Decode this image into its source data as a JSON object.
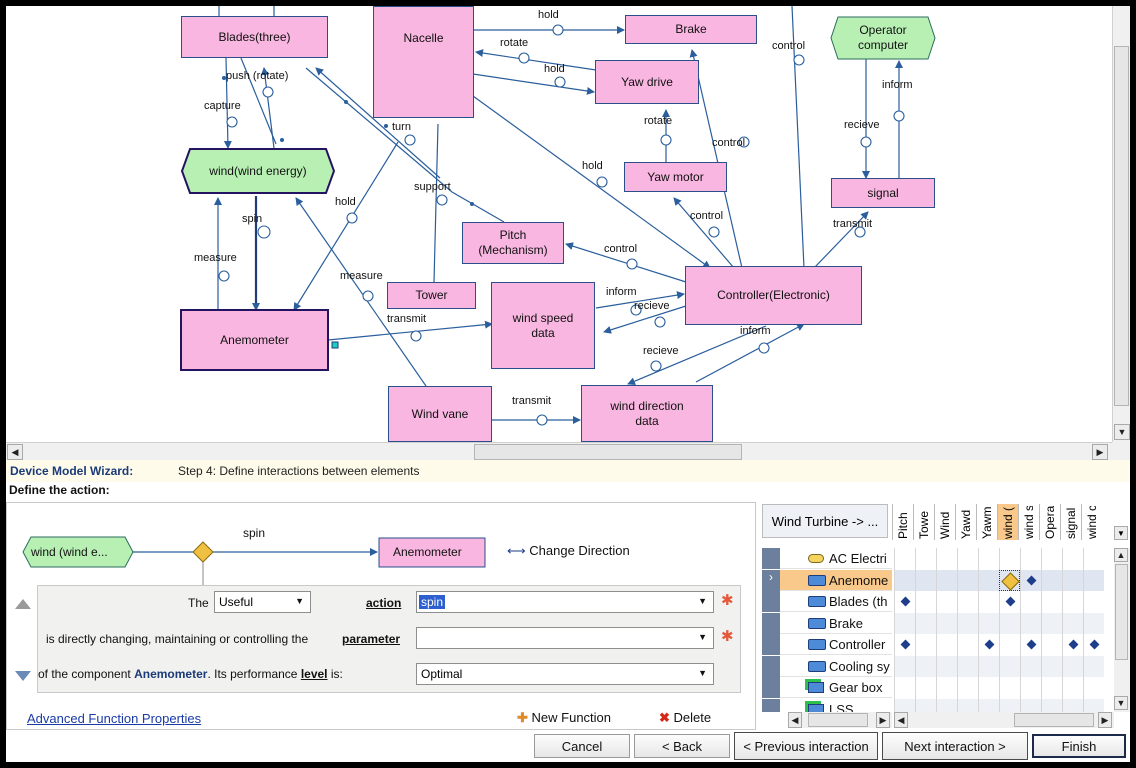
{
  "diagram": {
    "nodes": {
      "blades": "Blades(three)",
      "nacelle": "Nacelle",
      "brake": "Brake",
      "operator": "Operator\ncomputer",
      "yaw_drive": "Yaw drive",
      "wind_energy": "wind(wind energy)",
      "yaw_motor": "Yaw motor",
      "signal": "signal",
      "pitch": "Pitch\n(Mechanism)",
      "tower": "Tower",
      "wind_speed": "wind speed\ndata",
      "controller": "Controller(Electronic)",
      "anemometer": "Anemometer",
      "wind_vane": "Wind vane",
      "wind_direction": "wind direction\ndata"
    },
    "edge_labels": {
      "hold1": "hold",
      "rotate1": "rotate",
      "hold2": "hold",
      "control1": "control",
      "push": "push (rotate)",
      "capture": "capture",
      "inform1": "inform",
      "rotate2": "rotate",
      "recieve1": "recieve",
      "turn": "turn",
      "control2": "control",
      "hold3": "hold",
      "support": "support",
      "spin": "spin",
      "hold4": "hold",
      "control3": "control",
      "transmit1": "transmit",
      "measure1": "measure",
      "control4": "control",
      "measure2": "measure",
      "inform2": "inform",
      "recieve2": "recieve",
      "transmit2": "transmit",
      "inform3": "inform",
      "recieve3": "recieve",
      "transmit3": "transmit"
    }
  },
  "wizard": {
    "title": "Device Model Wizard:",
    "step": "Step 4: Define interactions between elements",
    "define_label": "Define the action:"
  },
  "interaction": {
    "source": "wind (wind e...",
    "action_name": "spin",
    "target": "Anemometer",
    "change_direction": "Change Direction"
  },
  "form": {
    "the_label": "The",
    "useful_value": "Useful",
    "action_label": "action",
    "action_value": "spin",
    "param_text": "is directly changing, maintaining or controlling the",
    "param_label": "parameter",
    "param_value": "",
    "of_component": "of the component",
    "component_name": "Anemometer",
    "perf_text": ". Its performance",
    "level_label": "level",
    "is_text": "is:",
    "level_value": "Optimal"
  },
  "links": {
    "advanced": "Advanced Function Properties",
    "new_function": "New Function",
    "delete": "Delete"
  },
  "matrix": {
    "header": "Wind Turbine -> ...",
    "columns": [
      "Pitch",
      "Towe",
      "Wind",
      "Yawd",
      "Yawm",
      "wind (",
      "wind s",
      "Opera",
      "signal",
      "wind c"
    ],
    "rows": [
      "AC Electri",
      "Anemome",
      "Blades (th",
      "Brake",
      "Controller",
      "Cooling sy",
      "Gear box",
      "LSS"
    ]
  },
  "buttons": {
    "cancel": "Cancel",
    "back": "< Back",
    "previous": "< Previous interaction",
    "next": "Next interaction >",
    "finish": "Finish"
  },
  "colors": {
    "node_fill": "#f8b6e0",
    "energy_fill": "#b8f0b4",
    "edge": "#2a5e9c",
    "highlight_row": "#f8c98a",
    "diamond": "#f0c040"
  }
}
